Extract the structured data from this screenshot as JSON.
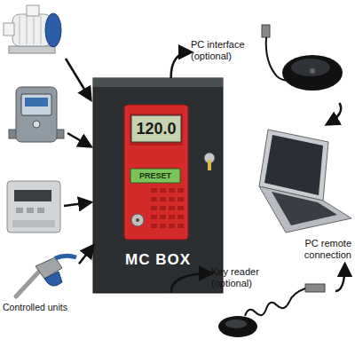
{
  "diagram": {
    "nodes": [
      {
        "text": [
          "120.0",
          "PRESET",
          "MC BOX"
        ]
      },
      {
        "text": [
          "PC interface (optional)"
        ]
      },
      {
        "text": [
          "PC remote connection"
        ]
      },
      {
        "text": [
          "Key reader (optional)"
        ]
      },
      {
        "text": [
          "Controlled units"
        ]
      }
    ],
    "edges": [
      {
        "from": 4,
        "to": 0,
        "arrow": "to"
      },
      {
        "from": 0,
        "to": 1,
        "arrow": "to"
      },
      {
        "from": 1,
        "to": 2,
        "arrow": "to"
      },
      {
        "from": 0,
        "to": 3,
        "arrow": "to"
      },
      {
        "from": 3,
        "to": 2,
        "arrow": "to"
      }
    ]
  }
}
